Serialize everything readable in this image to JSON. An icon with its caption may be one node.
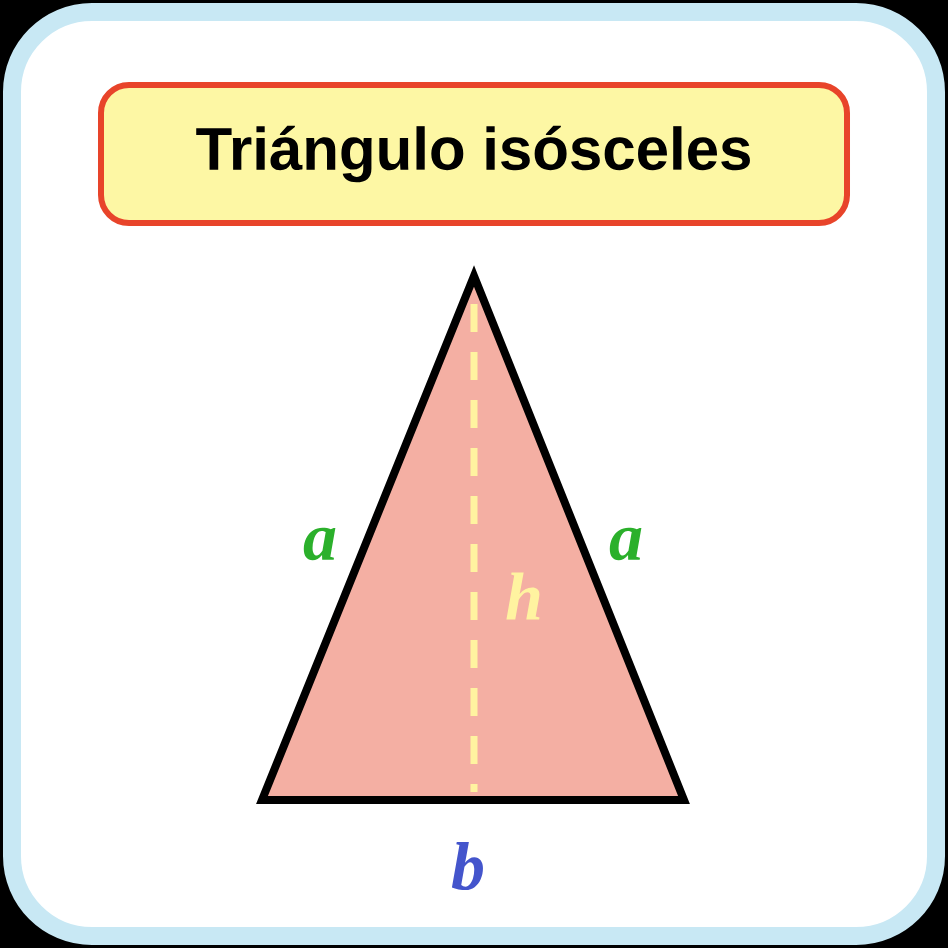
{
  "diagram": {
    "title": "Triángulo isósceles",
    "labels": [
      "a",
      "a",
      "h",
      "b"
    ]
  }
}
